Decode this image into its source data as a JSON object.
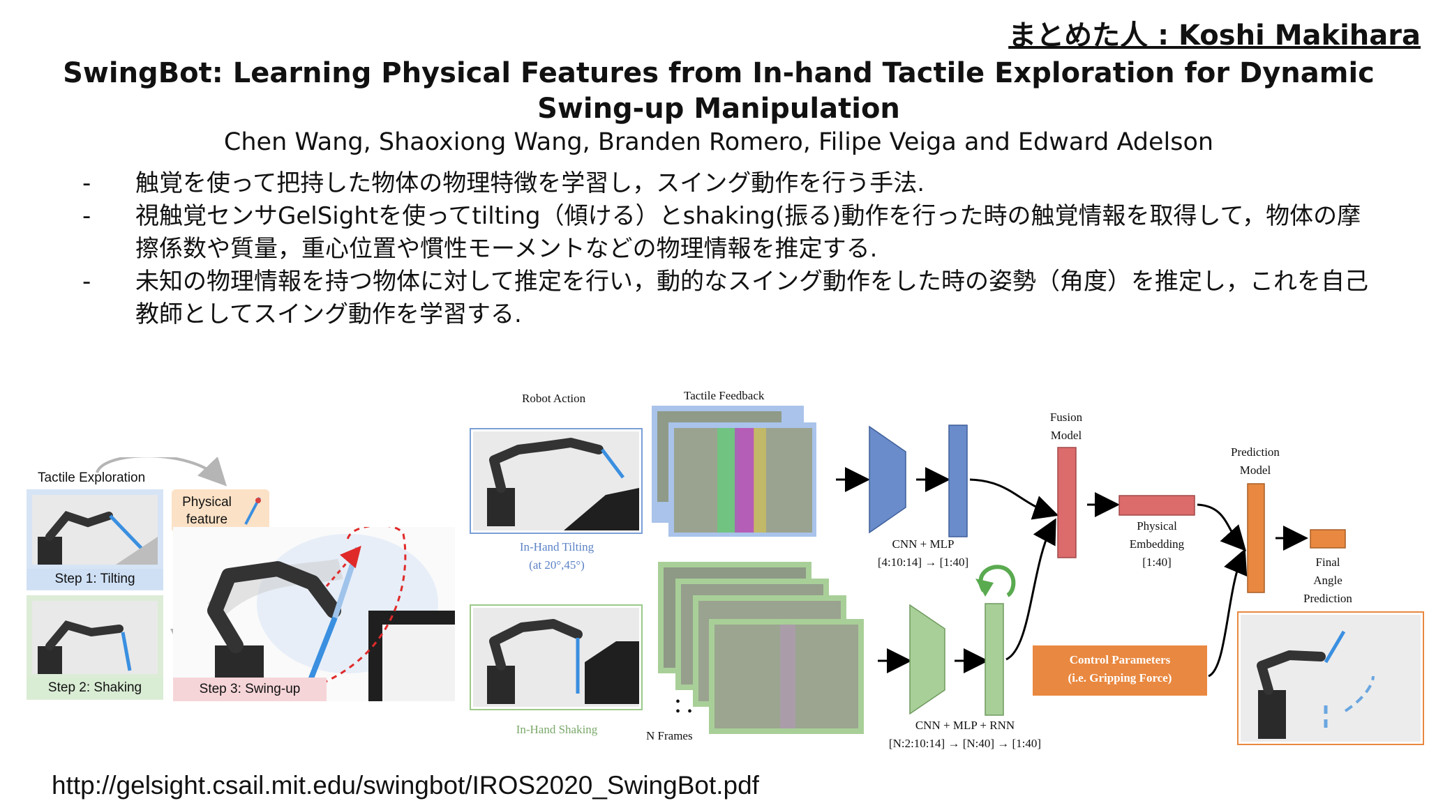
{
  "summarizer": "まとめた人 : Koshi Makihara",
  "title": "SwingBot: Learning Physical Features from In-hand Tactile Exploration for Dynamic Swing-up Manipulation",
  "authors": "Chen Wang, Shaoxiong Wang, Branden Romero, Filipe Veiga and Edward Adelson",
  "bullets": [
    "触覚を使って把持した物体の物理特徴を学習し，スイング動作を行う手法.",
    "視触覚センサGelSightを使ってtilting（傾ける）とshaking(振る)動作を行った時の触覚情報を取得して，物体の摩擦係数や質量，重心位置や慣性モーメントなどの物理情報を推定する.",
    "未知の物理情報を持つ物体に対して推定を行い，動的なスイング動作をした時の姿勢（角度）を推定し，これを自己教師としてスイング動作を学習する."
  ],
  "bullet_marker": "-",
  "left_figure": {
    "header": "Tactile Exploration",
    "physical_feature": "Physical feature",
    "step1": "Step 1: Tilting",
    "step2": "Step 2: Shaking",
    "step3": "Step 3: Swing-up"
  },
  "right_figure": {
    "robot_action": "Robot Action",
    "tactile_feedback": "Tactile Feedback",
    "tilting_caption_1": "In-Hand Tilting",
    "tilting_caption_2": "(at 20°,45°)",
    "shaking_caption": "In-Hand Shaking",
    "n_frames": "N Frames",
    "ellipsis": "•\n•  •",
    "cnn_mlp_1": "CNN + MLP",
    "dims_1": "[4:10:14] → [1:40]",
    "cnn_mlp_rnn": "CNN + MLP + RNN",
    "dims_2": "[N:2:10:14] → [N:40] → [1:40]",
    "fusion_1": "Fusion",
    "fusion_2": "Model",
    "phys_emb_1": "Physical",
    "phys_emb_2": "Embedding",
    "phys_emb_3": "[1:40]",
    "pred_1": "Prediction",
    "pred_2": "Model",
    "final_1": "Final",
    "final_2": "Angle",
    "final_3": "Prediction",
    "control_1": "Control Parameters",
    "control_2": "(i.e. Gripping Force)"
  },
  "reference_url": "http://gelsight.csail.mit.edu/swingbot/IROS2020_SwingBot.pdf",
  "colors": {
    "blue_block": "#6a8ccb",
    "green_block": "#a8cf98",
    "red_block": "#dc6b6b",
    "orange_block": "#e98840",
    "tilting_text": "#5a82c6",
    "shaking_text": "#7aa86a",
    "step1_bg": "#cfe0f5",
    "step2_bg": "#d9ecd4",
    "step3_bg": "#f6d5d8",
    "feature_bg": "#fbe1c6"
  }
}
